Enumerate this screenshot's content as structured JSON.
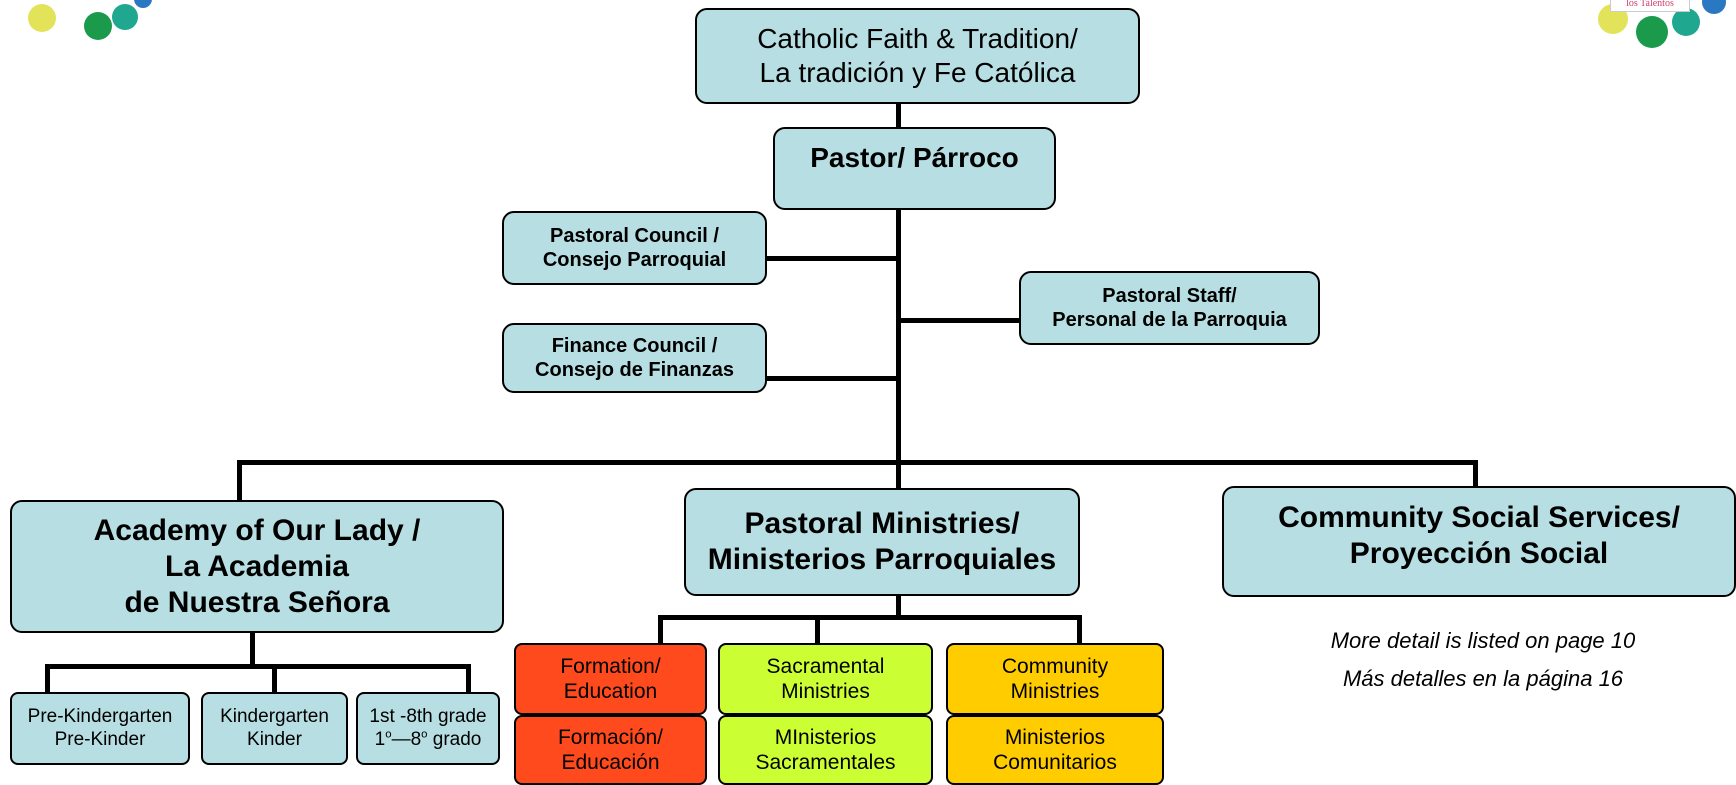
{
  "top": {
    "faith": [
      "Catholic Faith & Tradition/",
      "La tradición y Fe Católica"
    ],
    "pastor": "Pastor/ Párroco"
  },
  "councils": {
    "pastoral": [
      "Pastoral Council /",
      "Consejo Parroquial"
    ],
    "finance": [
      "Finance Council /",
      "Consejo de Finanzas"
    ],
    "staff": [
      "Pastoral Staff/",
      "Personal de la Parroquia"
    ]
  },
  "academy": {
    "title": [
      "Academy of Our Lady /",
      "La Academia",
      "de Nuestra Señora"
    ],
    "prek": [
      "Pre-Kindergarten",
      "Pre-Kinder"
    ],
    "kinder": [
      "Kindergarten",
      "Kinder"
    ],
    "grades": [
      "1st -8th grade",
      "1",
      "o",
      "—8",
      "o",
      " grado"
    ]
  },
  "ministries": {
    "title": [
      "Pastoral Ministries/",
      "Ministerios Parroquiales"
    ],
    "formation_en": [
      "Formation/",
      "Education"
    ],
    "formation_es": [
      "Formación/",
      "Educación"
    ],
    "sacramental_en": [
      "Sacramental",
      "Ministries"
    ],
    "sacramental_es": [
      "MInisterios",
      "Sacramentales"
    ],
    "community_en": [
      "Community",
      "Ministries"
    ],
    "community_es": [
      "Ministerios",
      "Comunitarios"
    ]
  },
  "social": {
    "title": [
      "Community Social Services/",
      "Proyección Social"
    ]
  },
  "notes": {
    "en": "More detail is listed on page 10",
    "es": "Más detalles en la página 16"
  },
  "logo_right_text": "los Talentos",
  "colors": {
    "box": "#b7dfe3",
    "formation": "#ff4a1e",
    "sacramental": "#ccff33",
    "community": "#ffcc00"
  }
}
